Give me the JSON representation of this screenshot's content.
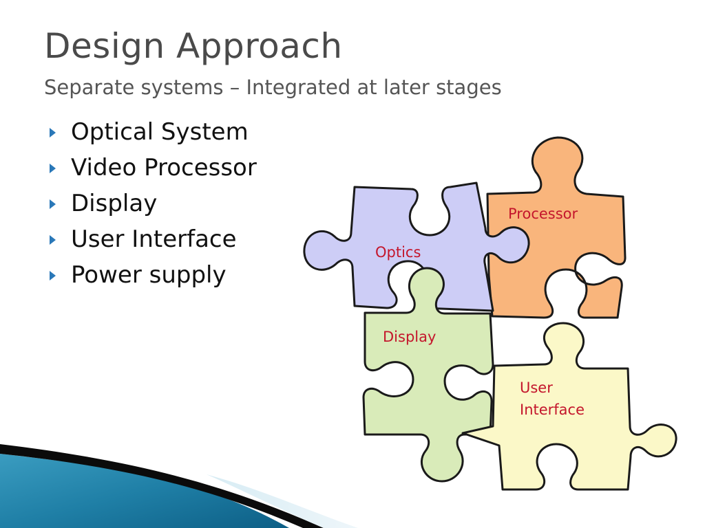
{
  "slide": {
    "title": "Design Approach",
    "subtitle": "Separate systems – Integrated at later stages"
  },
  "bullets": [
    {
      "label": "Optical System"
    },
    {
      "label": "Video Processor"
    },
    {
      "label": "Display"
    },
    {
      "label": "User Interface"
    },
    {
      "label": "Power supply"
    }
  ],
  "puzzle": {
    "processor": {
      "label": "Processor",
      "color": "#f9b57c"
    },
    "optics": {
      "label": "Optics",
      "color": "#cdcdf6"
    },
    "display": {
      "label": "Display",
      "color": "#d9ebb9"
    },
    "user_interface": {
      "label_line1": "User",
      "label_line2": "Interface",
      "color": "#fbf8c8"
    }
  },
  "colors": {
    "accent": "#2a78b8",
    "label_red": "#c4162c",
    "title_gray": "#4a4a4a"
  }
}
